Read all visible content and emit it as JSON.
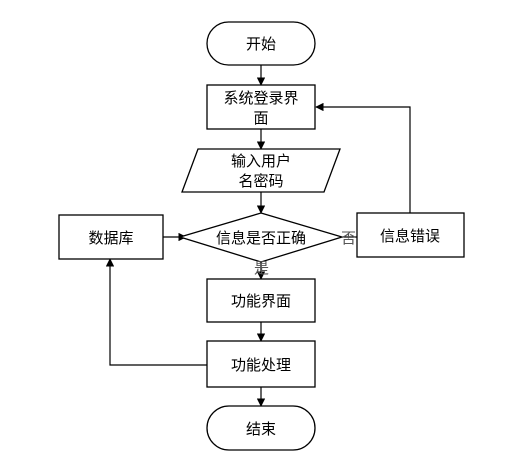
{
  "flowchart": {
    "start": "开始",
    "login_line1": "系统登录界",
    "login_line2": "面",
    "input_line1": "输入用户",
    "input_line2": "名密码",
    "decision": "信息是否正确",
    "no_label": "否",
    "yes_label": "是",
    "database": "数据库",
    "error": "信息错误",
    "function_ui": "功能界面",
    "function_process": "功能处理",
    "end": "结束"
  }
}
